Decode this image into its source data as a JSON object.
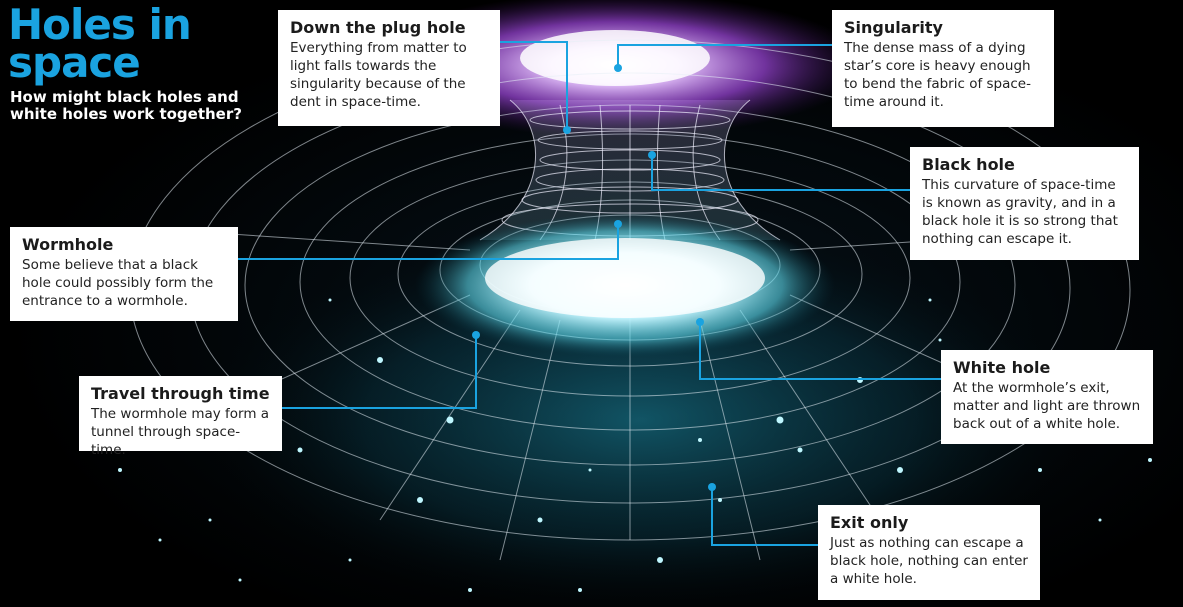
{
  "header": {
    "title_line1": "Holes in",
    "title_line2": "space",
    "subtitle": "How might black holes and white holes work together?"
  },
  "colors": {
    "title": "#1aa3e0",
    "leader_line": "#1aa3e0",
    "galaxy_top": "#b06ad8",
    "glow": "#bff4ff",
    "box_bg": "#ffffff"
  },
  "callouts": {
    "plug": {
      "title": "Down the plug hole",
      "text": "Everything from matter to light falls towards the singularity because of the dent in space-time."
    },
    "singularity": {
      "title": "Singularity",
      "text": "The dense mass of a dying star’s core is heavy enough to bend the fabric of space-time around it."
    },
    "blackhole": {
      "title": "Black hole",
      "text": "This curvature of space-time is known as gravity, and in a black hole it is so strong that nothing can escape it."
    },
    "wormhole": {
      "title": "Wormhole",
      "text": "Some believe that a black hole could possibly form the entrance to a wormhole."
    },
    "travel": {
      "title": "Travel through time",
      "text": "The wormhole may form a tunnel through space-time."
    },
    "whitehole": {
      "title": "White hole",
      "text": "At the wormhole’s exit, matter and light are thrown back out of a white hole."
    },
    "exit": {
      "title": "Exit only",
      "text": "Just as nothing can escape a black hole, nothing can enter a white hole."
    }
  }
}
